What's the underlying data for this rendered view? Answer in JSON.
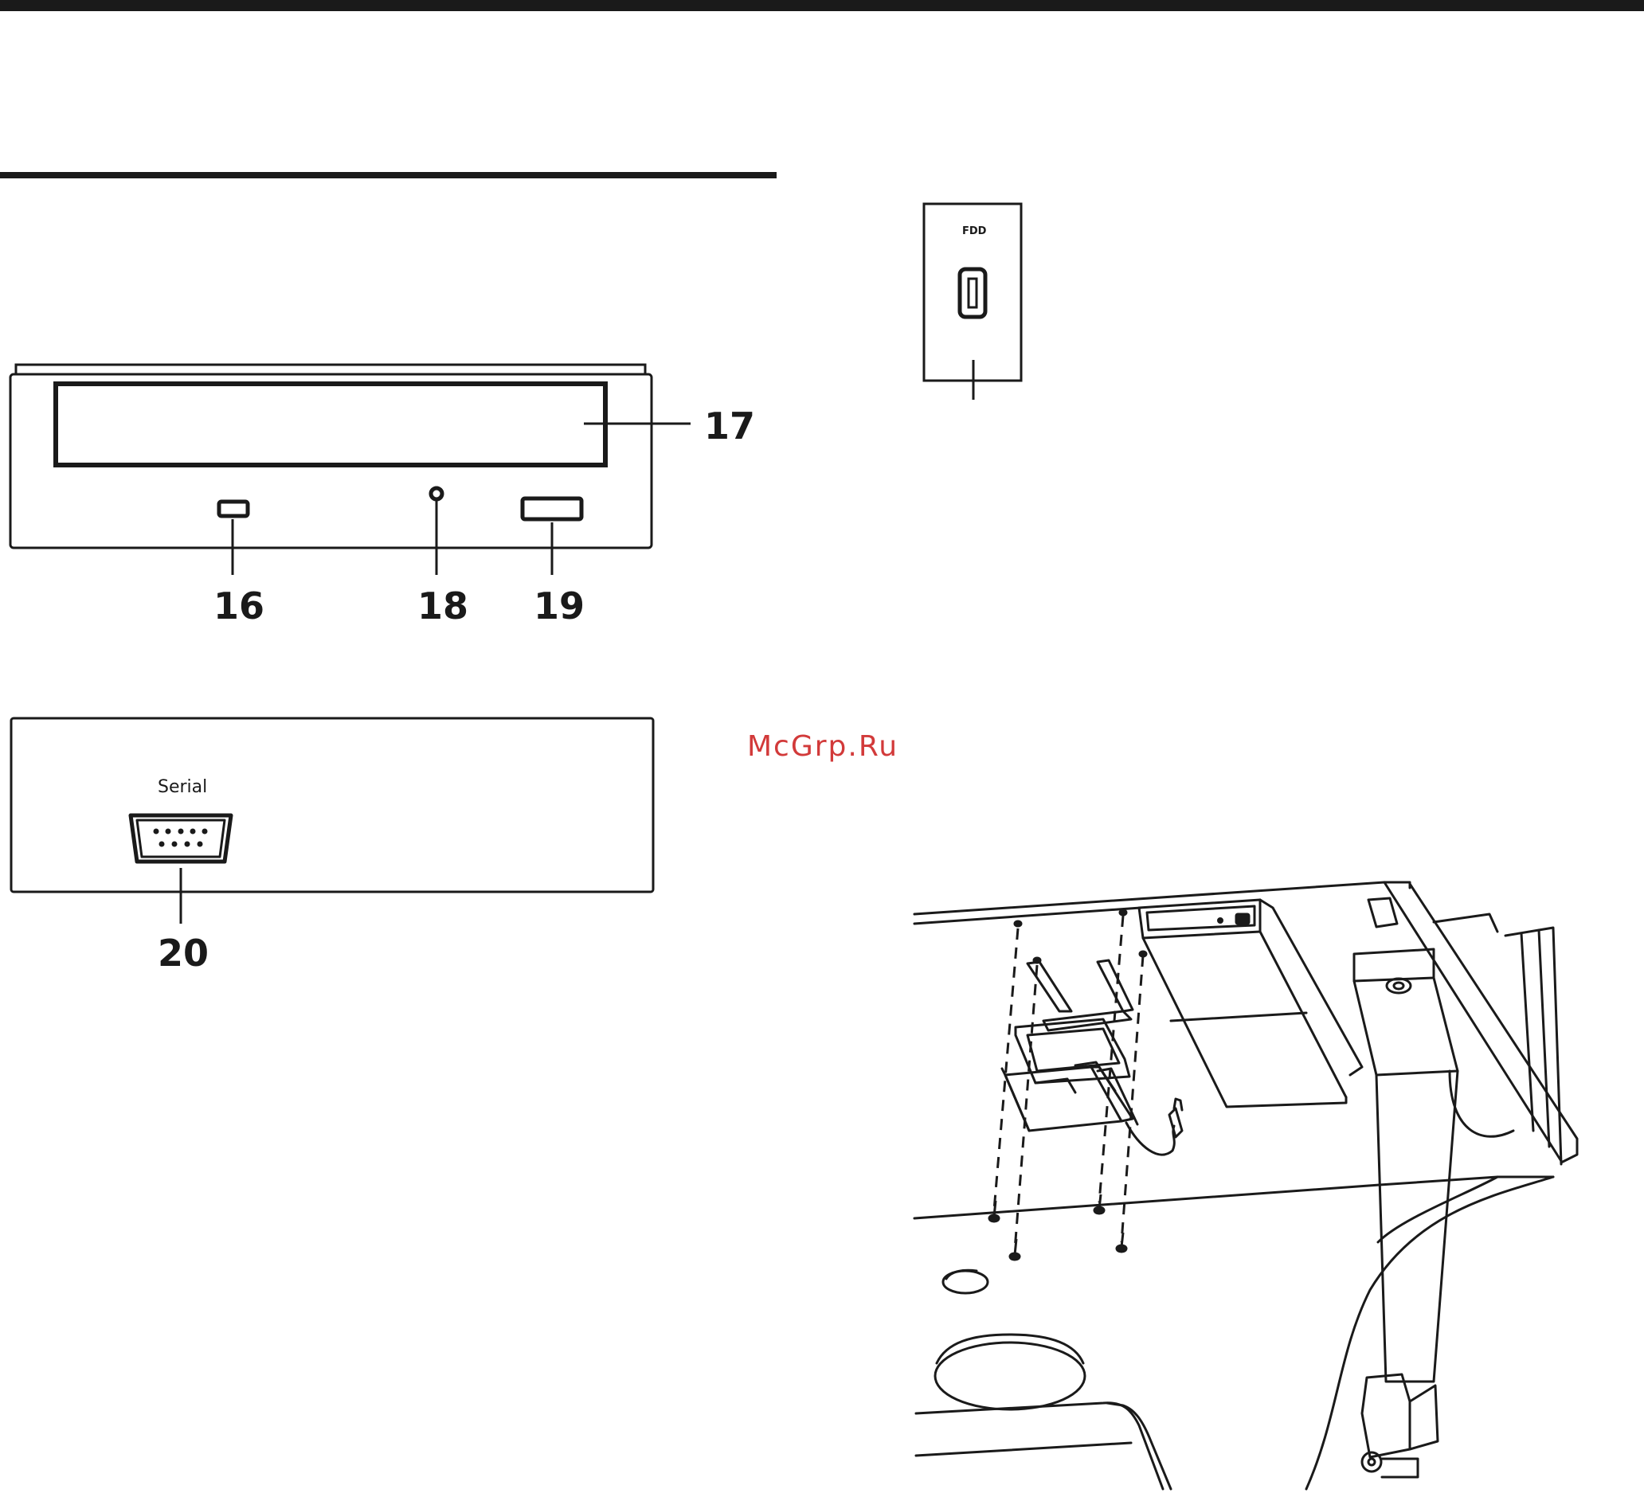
{
  "callouts": {
    "c16": "16",
    "c17": "17",
    "c18": "18",
    "c19": "19",
    "c20": "20"
  },
  "labels": {
    "serial": "Serial",
    "fdd": "FDD"
  },
  "watermark": "McGrp.Ru",
  "colors": {
    "ink": "#1a1a1a",
    "watermark": "#d23a3a"
  }
}
